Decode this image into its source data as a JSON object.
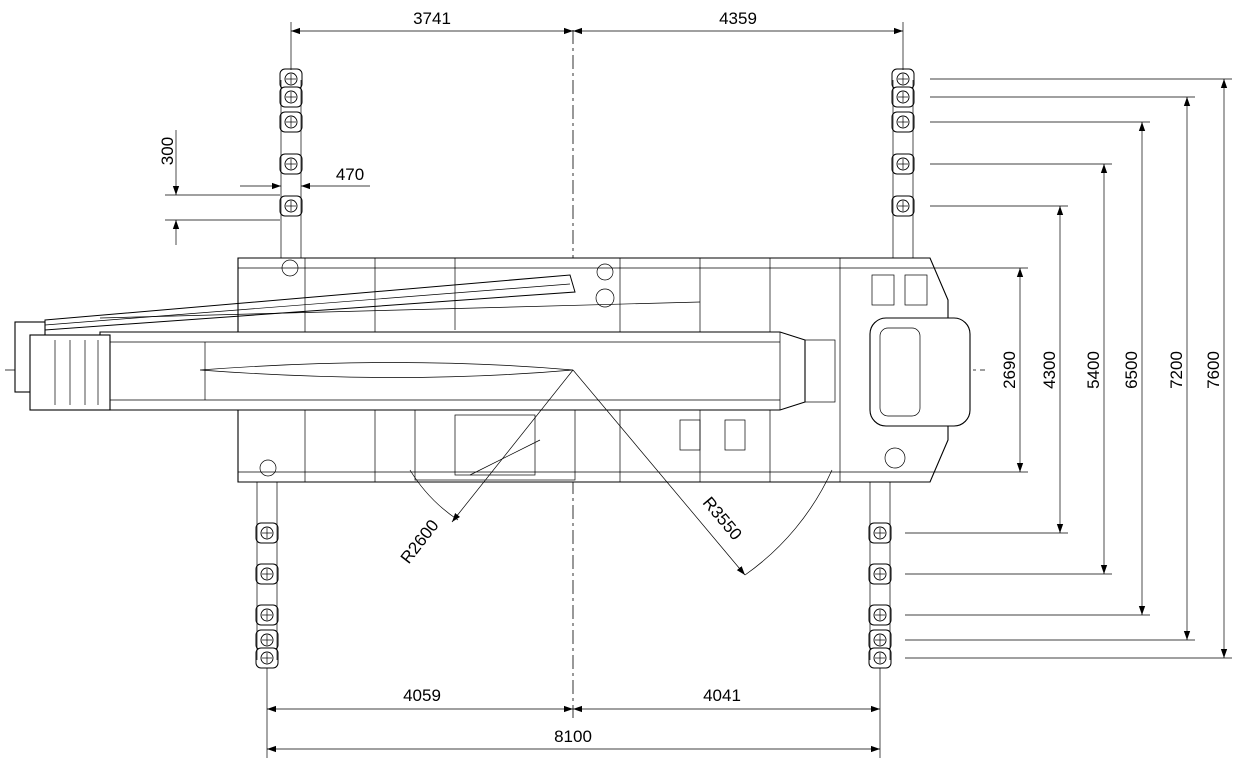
{
  "dimensions": {
    "top_left": "3741",
    "top_right": "4359",
    "pad_vertical": "300",
    "pad_horizontal": "470",
    "bottom_left": "4059",
    "bottom_right": "4041",
    "overall_width": "8100",
    "right_2690": "2690",
    "right_4300": "4300",
    "right_5400": "5400",
    "right_6500": "6500",
    "right_7200": "7200",
    "right_7600": "7600",
    "radius_small": "R2600",
    "radius_large": "R3550"
  }
}
